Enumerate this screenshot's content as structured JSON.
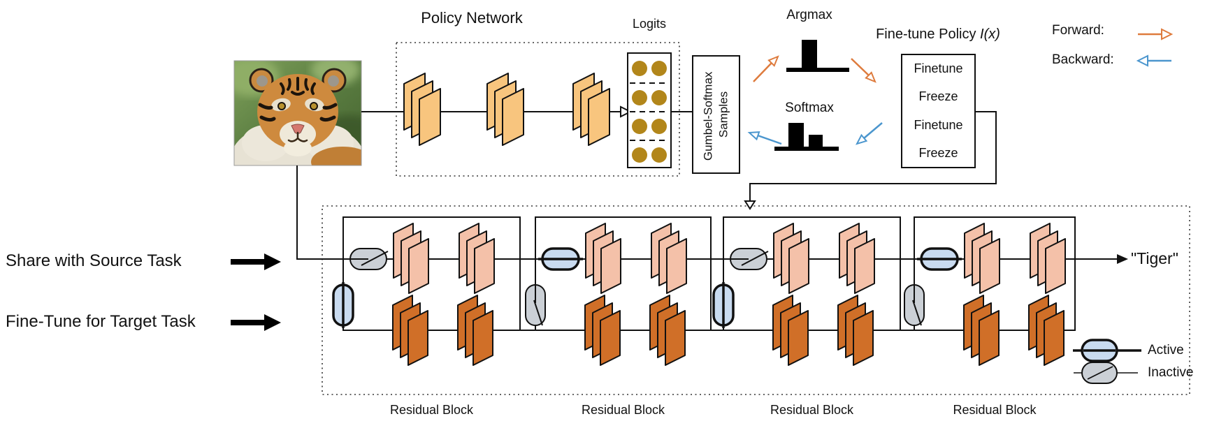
{
  "titles": {
    "policy_network": "Policy Network",
    "logits": "Logits",
    "gumbel_line1": "Gumbel-Softmax",
    "gumbel_line2": "Samples",
    "argmax": "Argmax",
    "softmax": "Softmax",
    "finetune_policy": "Fine-tune Policy",
    "finetune_policy_fn": "I(x)"
  },
  "policy_box_rows": [
    "Finetune",
    "Freeze",
    "Finetune",
    "Freeze"
  ],
  "legend": {
    "forward": "Forward:",
    "backward": "Backward:",
    "active": "Active",
    "inactive": "Inactive"
  },
  "path_labels": {
    "share": "Share with Source Task",
    "finetune": "Fine-Tune for Target Task"
  },
  "output_label": "\"Tiger\"",
  "residual_blocks": [
    {
      "label": "Residual Block",
      "top_switch": "inactive",
      "branch_switch": "active"
    },
    {
      "label": "Residual Block",
      "top_switch": "active",
      "branch_switch": "inactive"
    },
    {
      "label": "Residual Block",
      "top_switch": "inactive",
      "branch_switch": "active"
    },
    {
      "label": "Residual Block",
      "top_switch": "active",
      "branch_switch": "inactive"
    }
  ],
  "mini_charts": {
    "argmax": {
      "type": "bar",
      "bars": [
        1.0
      ],
      "note": "one-hot distribution"
    },
    "softmax": {
      "type": "bar",
      "bars": [
        0.8,
        0.42
      ],
      "note": "soft distribution"
    }
  },
  "colors": {
    "policy_layer": "#F8C57E",
    "logit_dot": "#B2861A",
    "frozen_layer": "#F4C1A9",
    "finetune_layer": "#D06F28",
    "active_fill": "#C9DBF0",
    "inactive_fill": "#CBD0D6",
    "forward_arrow": "#DE7B3D",
    "backward_arrow": "#4B96CE",
    "line": "#111111"
  }
}
